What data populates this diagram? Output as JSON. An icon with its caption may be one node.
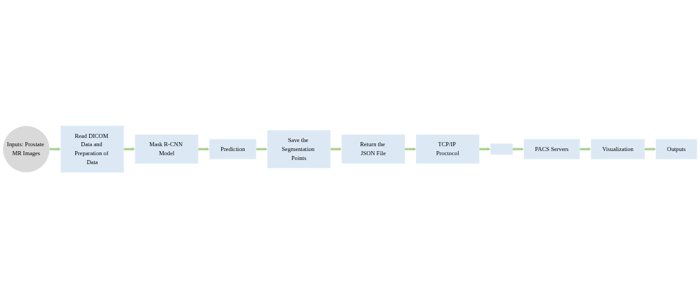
{
  "diagram": {
    "nodes": [
      {
        "text": [
          "Inputs: Prostate MR Images"
        ]
      },
      {
        "text": [
          "Read DICOM Data and Preparation of Data"
        ]
      },
      {
        "text": [
          "Mask R-CNN Model"
        ]
      },
      {
        "text": [
          "Prediction"
        ]
      },
      {
        "text": [
          "Save the Segmentation Points"
        ]
      },
      {
        "text": [
          "Return the JSON File"
        ]
      },
      {
        "text": [
          "TCP/IP Proctocol"
        ]
      },
      {
        "text": [],
        "shape": "box"
      },
      {
        "text": [
          "PACS Servers"
        ]
      },
      {
        "text": [
          "Visualization"
        ]
      },
      {
        "text": [
          "Outputs"
        ]
      }
    ],
    "edges": [
      {
        "from": 0,
        "to": 1,
        "arrow": "to"
      },
      {
        "from": 1,
        "to": 2,
        "arrow": "to"
      },
      {
        "from": 2,
        "to": 3,
        "arrow": "to"
      },
      {
        "from": 3,
        "to": 4,
        "arrow": "to"
      },
      {
        "from": 4,
        "to": 5,
        "arrow": "to"
      },
      {
        "from": 5,
        "to": 6,
        "arrow": "to"
      },
      {
        "from": 6,
        "to": 7,
        "arrow": "to"
      },
      {
        "from": 7,
        "to": 8,
        "arrow": "to"
      },
      {
        "from": 8,
        "to": 9,
        "arrow": "to"
      },
      {
        "from": 9,
        "to": 10,
        "arrow": "to"
      }
    ]
  }
}
